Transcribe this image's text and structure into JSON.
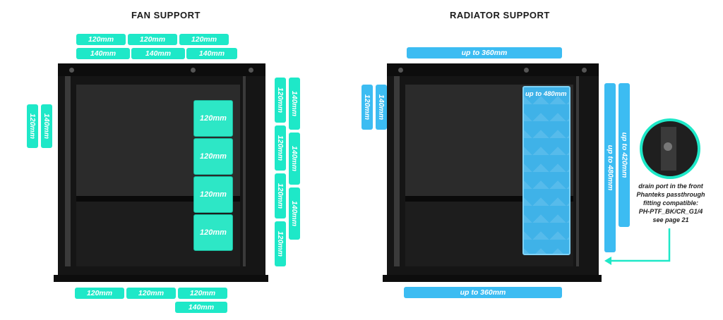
{
  "headings": {
    "fan": "FAN SUPPORT",
    "radiator": "RADIATOR SUPPORT"
  },
  "fan": {
    "top_row1": [
      "120mm",
      "120mm",
      "120mm"
    ],
    "top_row2": [
      "140mm",
      "140mm",
      "140mm"
    ],
    "rear": [
      "120mm",
      "140mm"
    ],
    "front_inner": [
      "120mm",
      "120mm",
      "120mm",
      "120mm"
    ],
    "front_outer": [
      "140mm",
      "140mm",
      "140mm"
    ],
    "bottom_row1": [
      "120mm",
      "120mm",
      "120mm"
    ],
    "bottom_row2": [
      "140mm"
    ],
    "fan_labels": [
      "120mm",
      "120mm",
      "120mm",
      "120mm"
    ]
  },
  "radiator": {
    "top": "up to 360mm",
    "rear": [
      "120mm",
      "140mm"
    ],
    "front_inner": "up to 480mm",
    "front_outer": "up to 420mm",
    "bottom": "up to 360mm",
    "rad_label": "up to 480mm"
  },
  "note": {
    "lines": [
      "drain port in the front",
      "Phanteks passthrough",
      "fitting compatible:",
      "PH-PTF_BK/CR_G1/4",
      "see page 21"
    ]
  },
  "colors": {
    "teal": "#1ee8c8",
    "blue": "#3cbcf2",
    "case": "#151515"
  }
}
